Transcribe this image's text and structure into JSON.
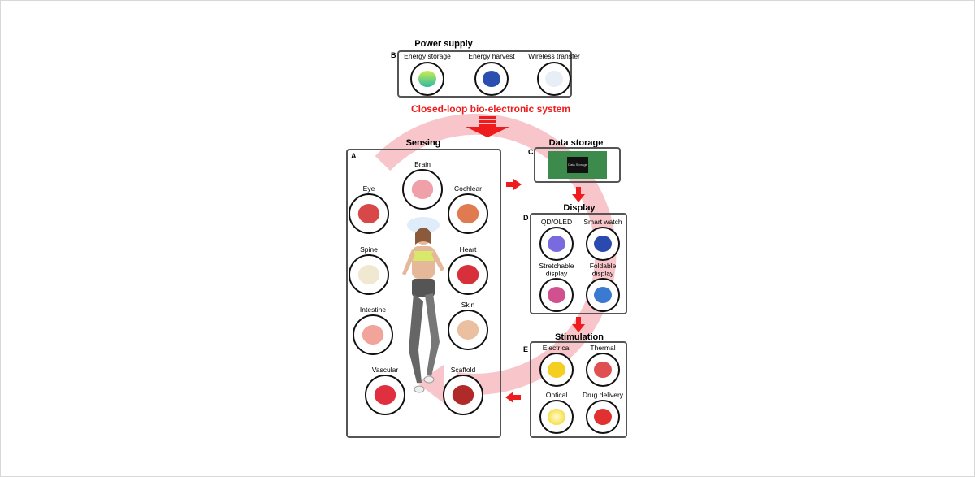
{
  "title": "Closed-loop bio-electronic system",
  "power": {
    "letter": "B",
    "title": "Power supply",
    "items": [
      "Energy storage",
      "Energy harvest",
      "Wireless transfer"
    ]
  },
  "sensing": {
    "letter": "A",
    "title": "Sensing",
    "items": [
      "Brain",
      "Eye",
      "Cochlear",
      "Spine",
      "Heart",
      "Intestine",
      "Skin",
      "Vascular",
      "Scaffold"
    ]
  },
  "storage": {
    "letter": "C",
    "title": "Data storage",
    "chip_label": "Data Storage"
  },
  "display": {
    "letter": "D",
    "title": "Display",
    "items": [
      "QD/OLED",
      "Smart watch",
      "Stretchable display",
      "Foldable display"
    ],
    "items_lines": [
      [
        "QD/OLED"
      ],
      [
        "Smart watch"
      ],
      [
        "Stretchable",
        "display"
      ],
      [
        "Foldable",
        "display"
      ]
    ]
  },
  "stimulation": {
    "letter": "E",
    "title": "Stimulation",
    "items": [
      "Electrical",
      "Thermal",
      "Optical",
      "Drug delivery"
    ]
  },
  "colors": {
    "accent": "#ee1c1c",
    "arc": "#f6b3b8",
    "border": "#555555"
  }
}
